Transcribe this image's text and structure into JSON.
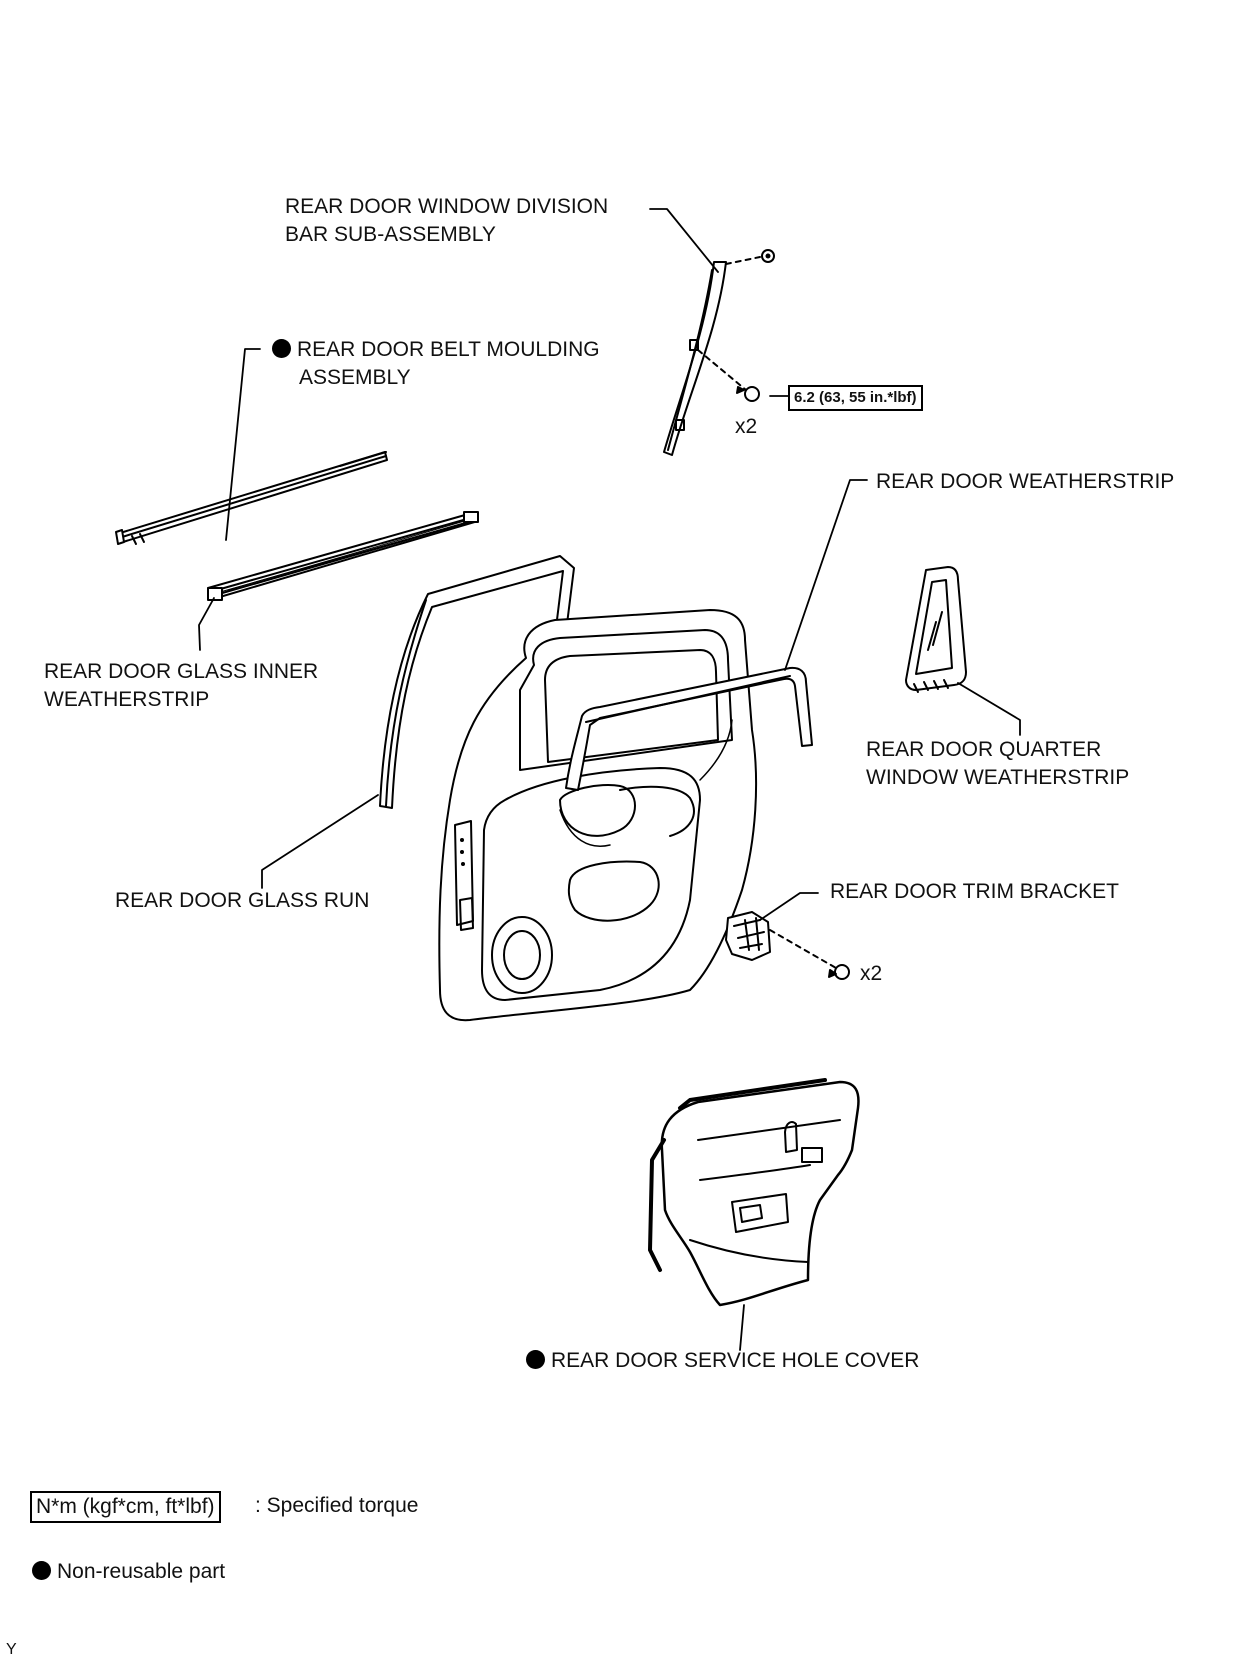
{
  "labels": {
    "division_bar_1": "REAR DOOR WINDOW DIVISION",
    "division_bar_2": "BAR SUB-ASSEMBLY",
    "belt_moulding_1": "REAR DOOR BELT MOULDING",
    "belt_moulding_2": "ASSEMBLY",
    "weatherstrip": "REAR DOOR WEATHERSTRIP",
    "glass_inner_1": "REAR DOOR GLASS INNER",
    "glass_inner_2": "WEATHERSTRIP",
    "quarter_1": "REAR DOOR QUARTER",
    "quarter_2": "WINDOW WEATHERSTRIP",
    "glass_run": "REAR DOOR GLASS RUN",
    "trim_bracket": "REAR DOOR TRIM BRACKET",
    "service_hole_cover": "REAR DOOR SERVICE HOLE COVER"
  },
  "quantities": {
    "division_bar_bolts": "x2",
    "trim_bracket_screws": "x2"
  },
  "torque": {
    "division_bar": "6.2 (63, 55 in.*lbf)"
  },
  "legend": {
    "torque_box": "N*m (kgf*cm, ft*lbf)",
    "torque_text": ": Specified torque",
    "nonreusable_text": "Non-reusable part"
  },
  "corner_code": "Y"
}
